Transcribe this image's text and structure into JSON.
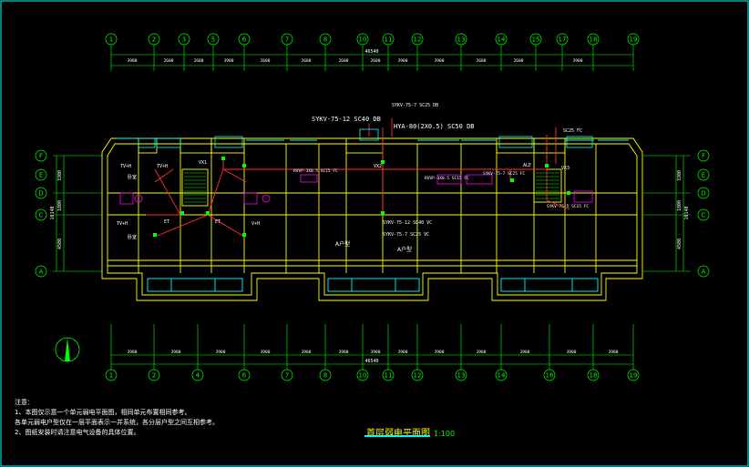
{
  "drawing": {
    "title": "首层弱电平面图",
    "scale": "1:100",
    "colors": {
      "background": "#000000",
      "axis": "#00ff00",
      "wall": "#ffff00",
      "wire": "#ff3030",
      "device": "#00ffff",
      "text": "#ffffff",
      "label": "#ff00ff"
    }
  },
  "axes": {
    "top": [
      "1",
      "2",
      "3",
      "5",
      "6",
      "7",
      "8",
      "10",
      "11",
      "12",
      "13",
      "14",
      "15",
      "17",
      "18",
      "19"
    ],
    "bottom": [
      "1",
      "2",
      "4",
      "6",
      "7",
      "8",
      "10",
      "11",
      "12",
      "13",
      "14",
      "16",
      "18",
      "19"
    ],
    "left": [
      "F",
      "E",
      "D",
      "C",
      "A"
    ],
    "right": [
      "F",
      "E",
      "D",
      "C",
      "A"
    ]
  },
  "dimensions": {
    "top_total": "46540",
    "top_spans": [
      "3900",
      "2600",
      "2600",
      "3900",
      "2600",
      "2600",
      "2600",
      "2600",
      "3900",
      "3900",
      "2600",
      "2600",
      "3900"
    ],
    "bottom_total": "46540",
    "bottom_spans": [
      "3900",
      "3900",
      "3900",
      "3900",
      "3900",
      "3900",
      "3900",
      "3900",
      "3900",
      "3900",
      "3900",
      "3900",
      "3900"
    ],
    "left_stack": [
      "3300",
      "1800",
      "4500"
    ],
    "left_total": "10140",
    "right_stack": [
      "3300",
      "1800",
      "4500"
    ],
    "right_total": "10140"
  },
  "labels": {
    "cable_main_1": "SYKV-75-12 SC40 DB",
    "cable_main_2": "HYA-80(2X0.5) SC50 DB",
    "cable_top": "SYKV-75-7 SC25 DB",
    "cable_right": "SC25 FC",
    "cable_branch_1": "RVVP-3X0.5 SC15 FC",
    "cable_branch_2": "SYKV-75-7 SC25 FC",
    "cable_branch_3": "RVVP-3X0.5 SC15 FC",
    "cable_branch_4": "SYKV-75-5 SC15 FC",
    "cable_lower_1": "SYKV-75-12 SC40 VC",
    "cable_lower_2": "SYKV-75-7 SC25 VC",
    "box_1": "VX1",
    "box_2": "VX2",
    "box_3": "VX3",
    "box_4": "ALE",
    "unit_a1": "A户型",
    "unit_a2": "A户型",
    "room_tv_1": "TV+H",
    "room_tv_2": "TV+H",
    "room_tel_1": "TV+H",
    "room_tel_2": "V+H",
    "room_bed_1": "卧室",
    "room_bed_2": "卧室",
    "room_ct_1": "ET",
    "room_ct_2": "ET"
  },
  "notes": {
    "heading": "注意：",
    "line1": "1、本图仅示意一个单元弱电平面图，相同单元布置相同参考。",
    "line2": "   各单元弱电户型仅在一层平面表示一并系统，各分层户型之间互相参考。",
    "line3": "2、图纸安装时请注意电气设备的具体位置。"
  }
}
